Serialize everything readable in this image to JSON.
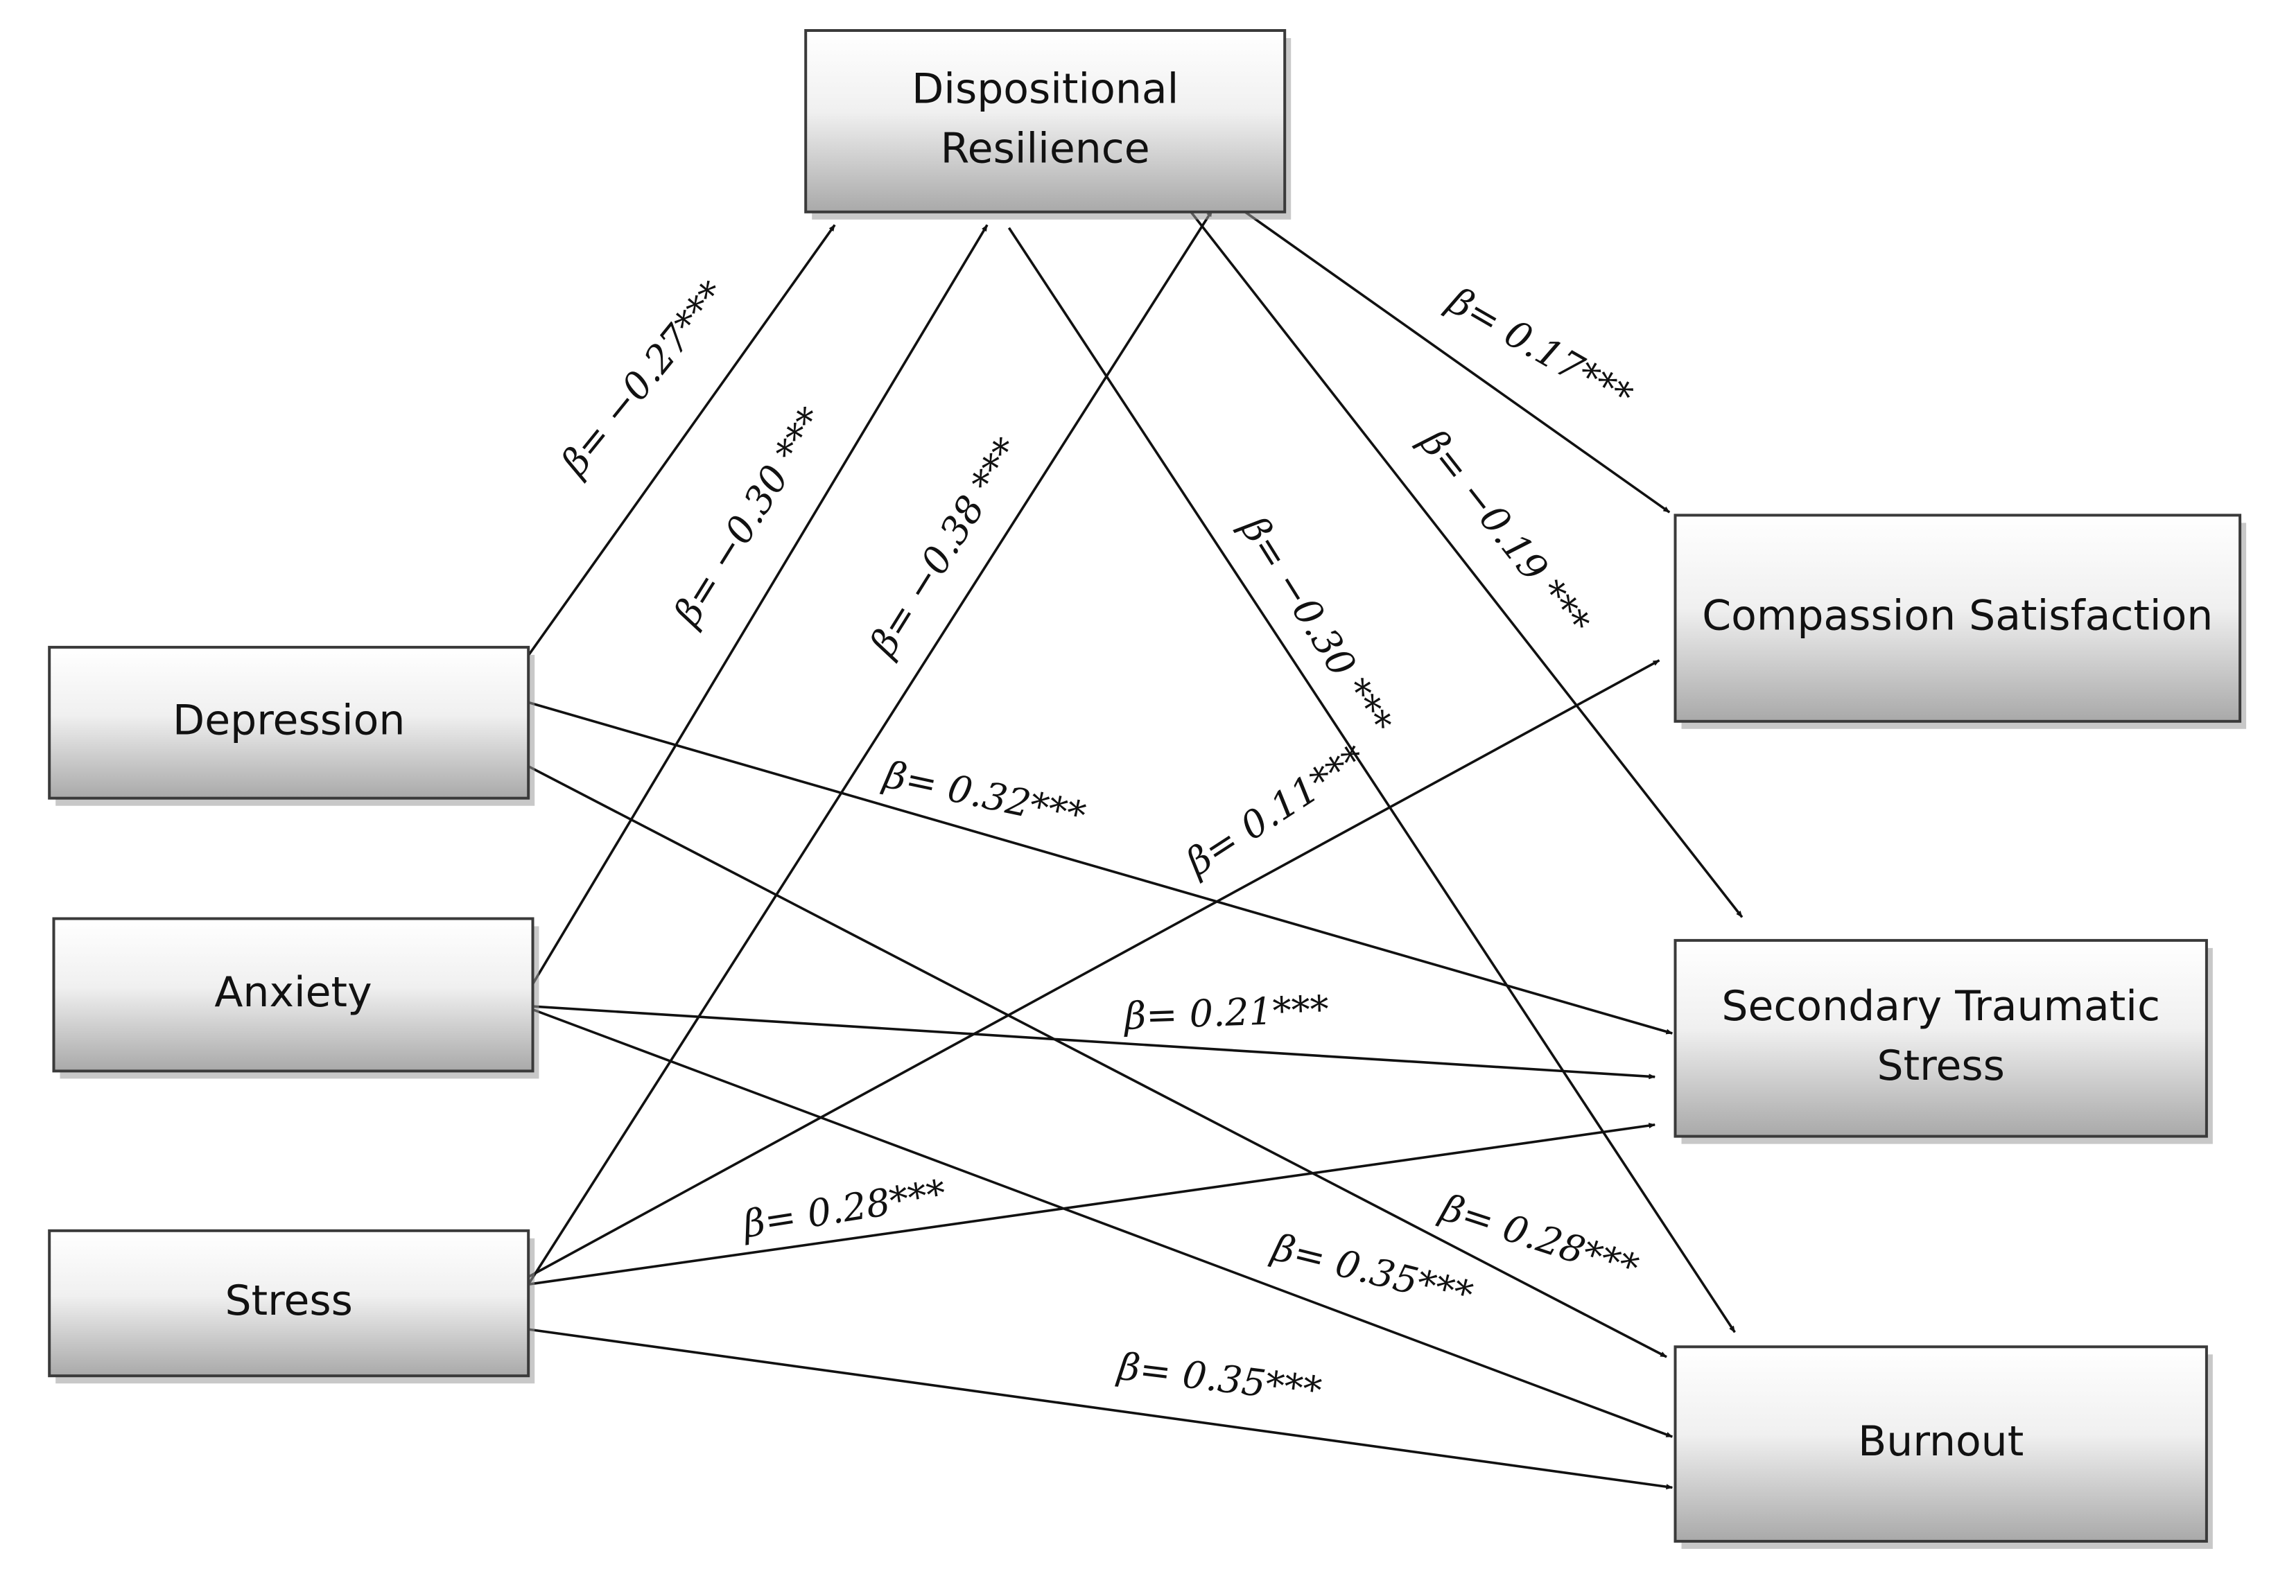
{
  "nodes": [
    {
      "id": "dispositional_resilience",
      "lines": [
        "Dispositional",
        "Resilience"
      ]
    },
    {
      "id": "depression",
      "lines": [
        "Depression"
      ]
    },
    {
      "id": "anxiety",
      "lines": [
        "Anxiety"
      ]
    },
    {
      "id": "stress",
      "lines": [
        "Stress"
      ]
    },
    {
      "id": "compassion_satisfaction",
      "lines": [
        "Compassion Satisfaction"
      ]
    },
    {
      "id": "secondary_traumatic_stress",
      "lines": [
        "Secondary Traumatic",
        "Stress"
      ]
    },
    {
      "id": "burnout",
      "lines": [
        "Burnout"
      ]
    }
  ],
  "edges": [
    {
      "from": "depression",
      "to": "dispositional_resilience",
      "label": "β= −0.27***"
    },
    {
      "from": "anxiety",
      "to": "dispositional_resilience",
      "label": "β= −0.30 ***"
    },
    {
      "from": "stress",
      "to": "dispositional_resilience",
      "label": "β= −0.38 ***"
    },
    {
      "from": "dispositional_resilience",
      "to": "compassion_satisfaction",
      "label": "β= 0.17***"
    },
    {
      "from": "dispositional_resilience",
      "to": "secondary_traumatic_stress",
      "label": "β= −0.19 ***"
    },
    {
      "from": "dispositional_resilience",
      "to": "burnout",
      "label": "β= −0.30 ***"
    },
    {
      "from": "depression",
      "to": "secondary_traumatic_stress",
      "label": "β= 0.32***"
    },
    {
      "from": "depression",
      "to": "burnout",
      "label": "β= 0.28***"
    },
    {
      "from": "anxiety",
      "to": "secondary_traumatic_stress",
      "label": "β= 0.21***"
    },
    {
      "from": "anxiety",
      "to": "burnout",
      "label": "β= 0.35***"
    },
    {
      "from": "stress",
      "to": "compassion_satisfaction",
      "label": "β= 0.11***"
    },
    {
      "from": "stress",
      "to": "secondary_traumatic_stress",
      "label": "β= 0.28***"
    },
    {
      "from": "stress",
      "to": "burnout",
      "label": "β= 0.35***"
    }
  ]
}
